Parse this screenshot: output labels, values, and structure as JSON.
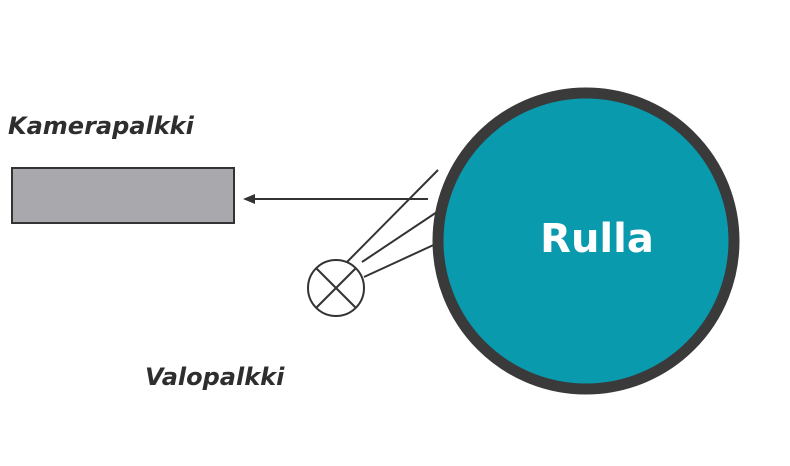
{
  "labels": {
    "camera_bar": "Kamerapalkki",
    "light_bar": "Valopalkki",
    "roller": "Rulla"
  },
  "colors": {
    "roller_fill": "#0a9aae",
    "roller_outline": "#3a3a3a",
    "camera_bar_fill": "#a9a9ad",
    "line": "#333333",
    "text": "#2e2e2e"
  }
}
